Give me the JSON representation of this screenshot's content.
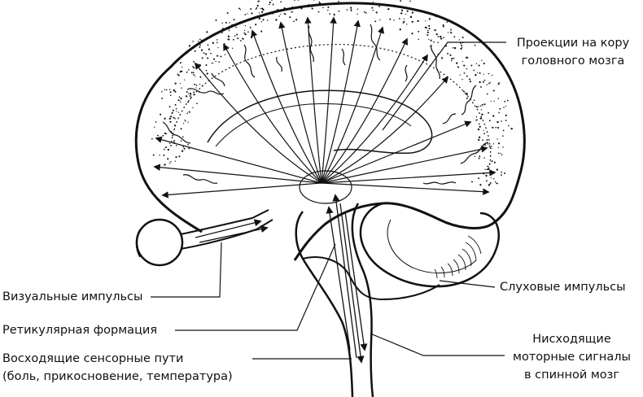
{
  "labels": {
    "cortex_projections": {
      "line1": "Проекции на кору",
      "line2": "головного мозга"
    },
    "auditory": "Слуховые импульсы",
    "visual": "Визуальные импульсы",
    "reticular": "Ретикулярная формация",
    "ascending": {
      "line1": "Восходящие сенсорные пути",
      "line2": "(боль, прикосновение, температура)"
    },
    "descending": {
      "line1": "Нисходящие",
      "line2": "моторные сигналы",
      "line3": "в спинной мозг"
    }
  },
  "colors": {
    "ink": "#111111",
    "background": "#ffffff"
  },
  "figure": "brain-sagittal-section-with-projection-arrows"
}
